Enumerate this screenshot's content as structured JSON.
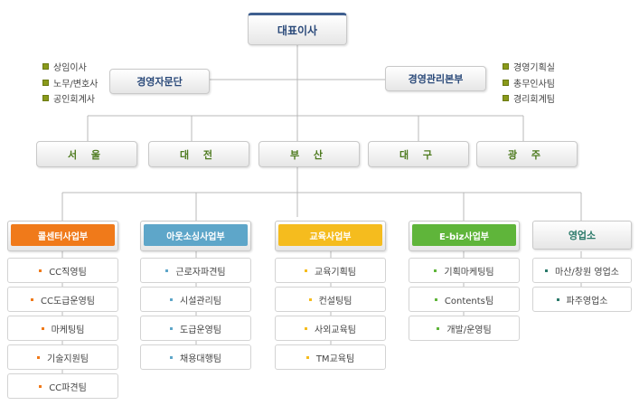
{
  "ceo": "대표이사",
  "advisory": {
    "label": "경영자문단",
    "notes": [
      "상임이사",
      "노무/변호사",
      "공인회계사"
    ]
  },
  "management": {
    "label": "경영관리본부",
    "notes": [
      "경영기획실",
      "총무인사팀",
      "경리회계팀"
    ]
  },
  "regions": [
    "서 울",
    "대 전",
    "부 산",
    "대 구",
    "광 주"
  ],
  "divisions": [
    {
      "label": "콜센터사업부",
      "color": "#f07a1a",
      "teams": [
        "CC직영팀",
        "CC도급운영팀",
        "마케팅팀",
        "기술지원팀",
        "CC파견팀"
      ]
    },
    {
      "label": "아웃소싱사업부",
      "color": "#5ea6c9",
      "teams": [
        "근로자파견팀",
        "시설관리팀",
        "도급운영팀",
        "채용대행팀"
      ]
    },
    {
      "label": "교육사업부",
      "color": "#f5bc1e",
      "teams": [
        "교육기획팀",
        "컨설팅팀",
        "사외교육팀",
        "TM교육팀"
      ]
    },
    {
      "label": "E-biz사업부",
      "color": "#5fb53a",
      "teams": [
        "기획마케팅팀",
        "Contents팀",
        "개발/운영팀"
      ]
    },
    {
      "label": "영업소",
      "color": "#ffffff",
      "teams": [
        "마산/창원 영업소",
        "파주영업소"
      ]
    }
  ]
}
